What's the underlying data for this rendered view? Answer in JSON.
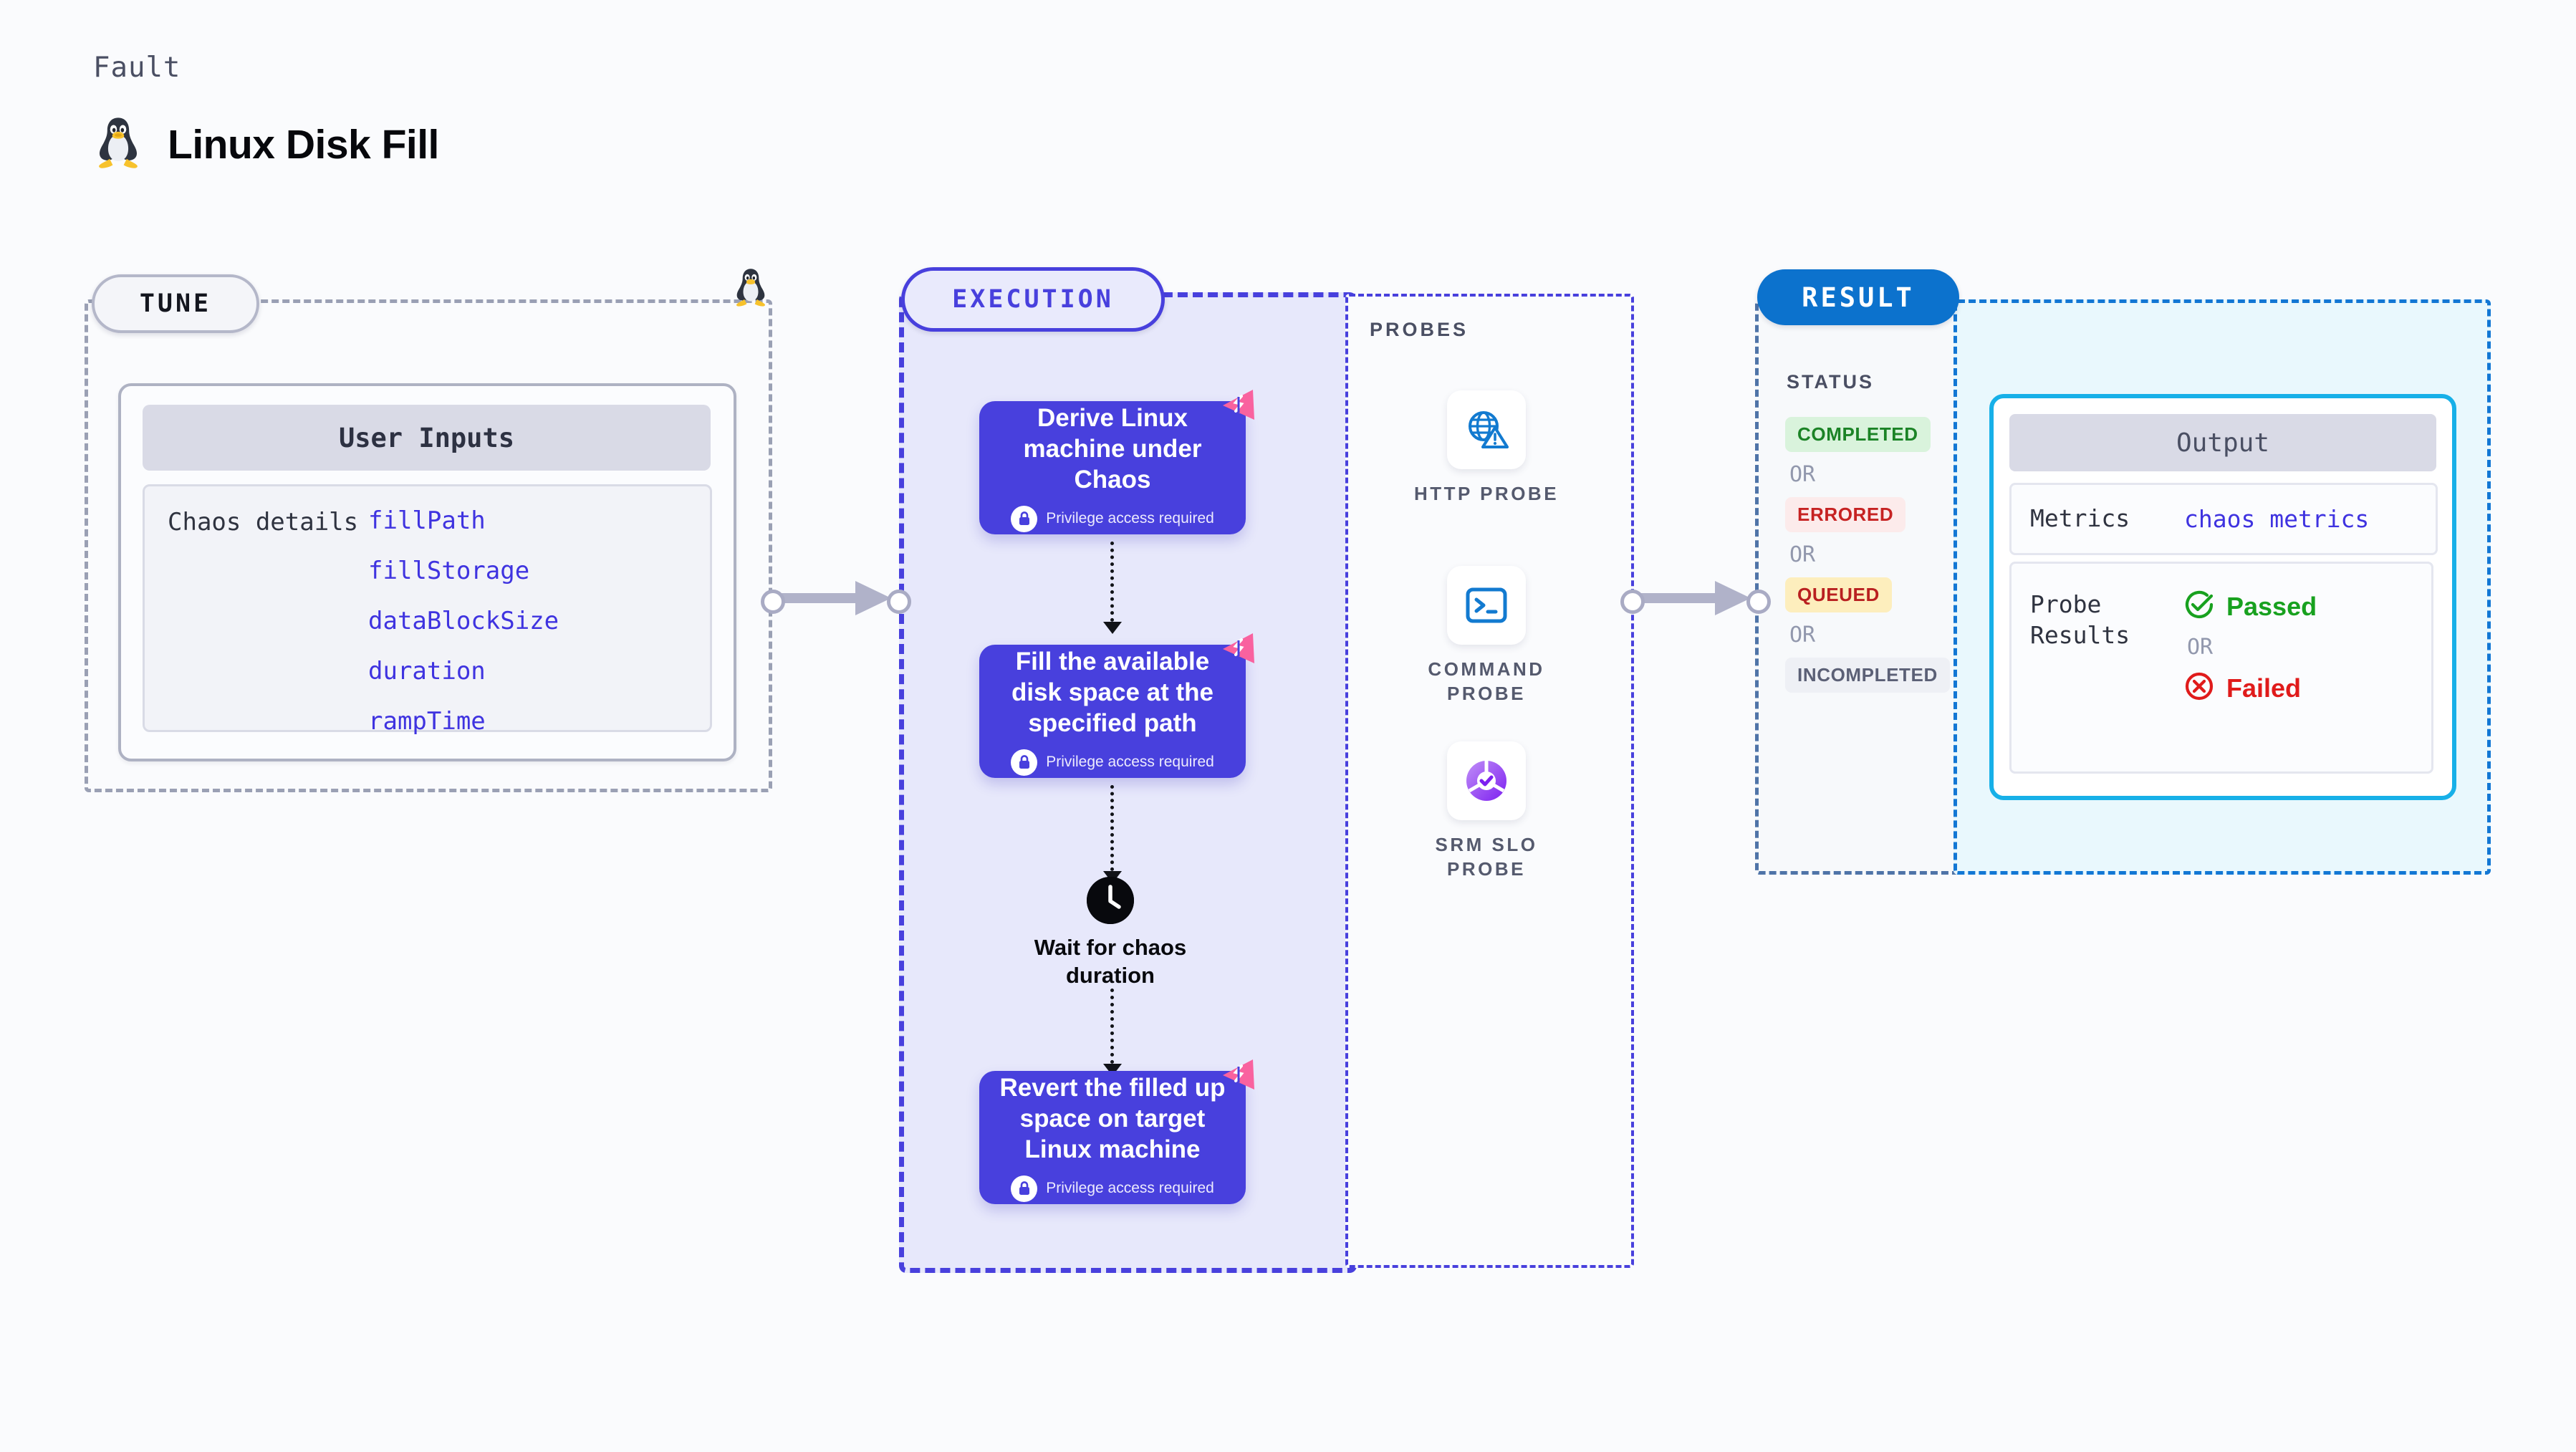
{
  "header": {
    "kicker": "Fault",
    "title": "Linux Disk Fill",
    "icon": "tux-penguin-icon"
  },
  "tune": {
    "badge": "TUNE",
    "card_title": "User Inputs",
    "row_label": "Chaos details",
    "params": [
      "fillPath",
      "fillStorage",
      "dataBlockSize",
      "duration",
      "rampTime"
    ],
    "edge_icon": "tux-penguin-icon"
  },
  "execution": {
    "badge": "EXECUTION",
    "privilege_note": "Privilege access required",
    "steps": [
      {
        "title": "Derive Linux machine under Chaos",
        "privileged": true,
        "flag": "fault-flag-icon"
      },
      {
        "title": "Fill the available disk space at the specified path",
        "privileged": true,
        "flag": "fault-flag-icon"
      },
      {
        "title": "Revert the filled up space on target Linux machine",
        "privileged": true,
        "flag": "fault-flag-icon"
      }
    ],
    "wait_node": {
      "icon": "clock-icon",
      "label": "Wait for chaos duration"
    }
  },
  "probes": {
    "title": "PROBES",
    "items": [
      {
        "label": "HTTP PROBE",
        "icon": "globe-warning-icon"
      },
      {
        "label": "COMMAND PROBE",
        "icon": "terminal-prompt-icon"
      },
      {
        "label": "SRM SLO PROBE",
        "icon": "slo-donut-check-icon"
      }
    ]
  },
  "result": {
    "badge": "RESULT",
    "status_title": "STATUS",
    "or_label": "OR",
    "statuses": [
      {
        "label": "COMPLETED",
        "bg": "#d9f3dc",
        "fg": "#1b8326"
      },
      {
        "label": "ERRORED",
        "bg": "#fcebeb",
        "fg": "#c62222"
      },
      {
        "label": "QUEUED",
        "bg": "#fdeebd",
        "fg": "#b92020"
      },
      {
        "label": "INCOMPLETED",
        "bg": "#eef0f5",
        "fg": "#5b6076"
      }
    ],
    "output": {
      "title": "Output",
      "metrics_key": "Metrics",
      "metrics_value": "chaos metrics",
      "probe_results_key": "Probe\nResults",
      "passed_label": "Passed",
      "failed_label": "Failed",
      "passed_icon": "check-circle-icon",
      "failed_icon": "x-circle-icon"
    }
  },
  "colors": {
    "accent_purple": "#4840dd",
    "accent_blue": "#0c72cd",
    "accent_cyan": "#17b0e8",
    "flag_pink": "#f9629f",
    "passed_green": "#18a11f",
    "failed_red": "#e01b1b"
  }
}
